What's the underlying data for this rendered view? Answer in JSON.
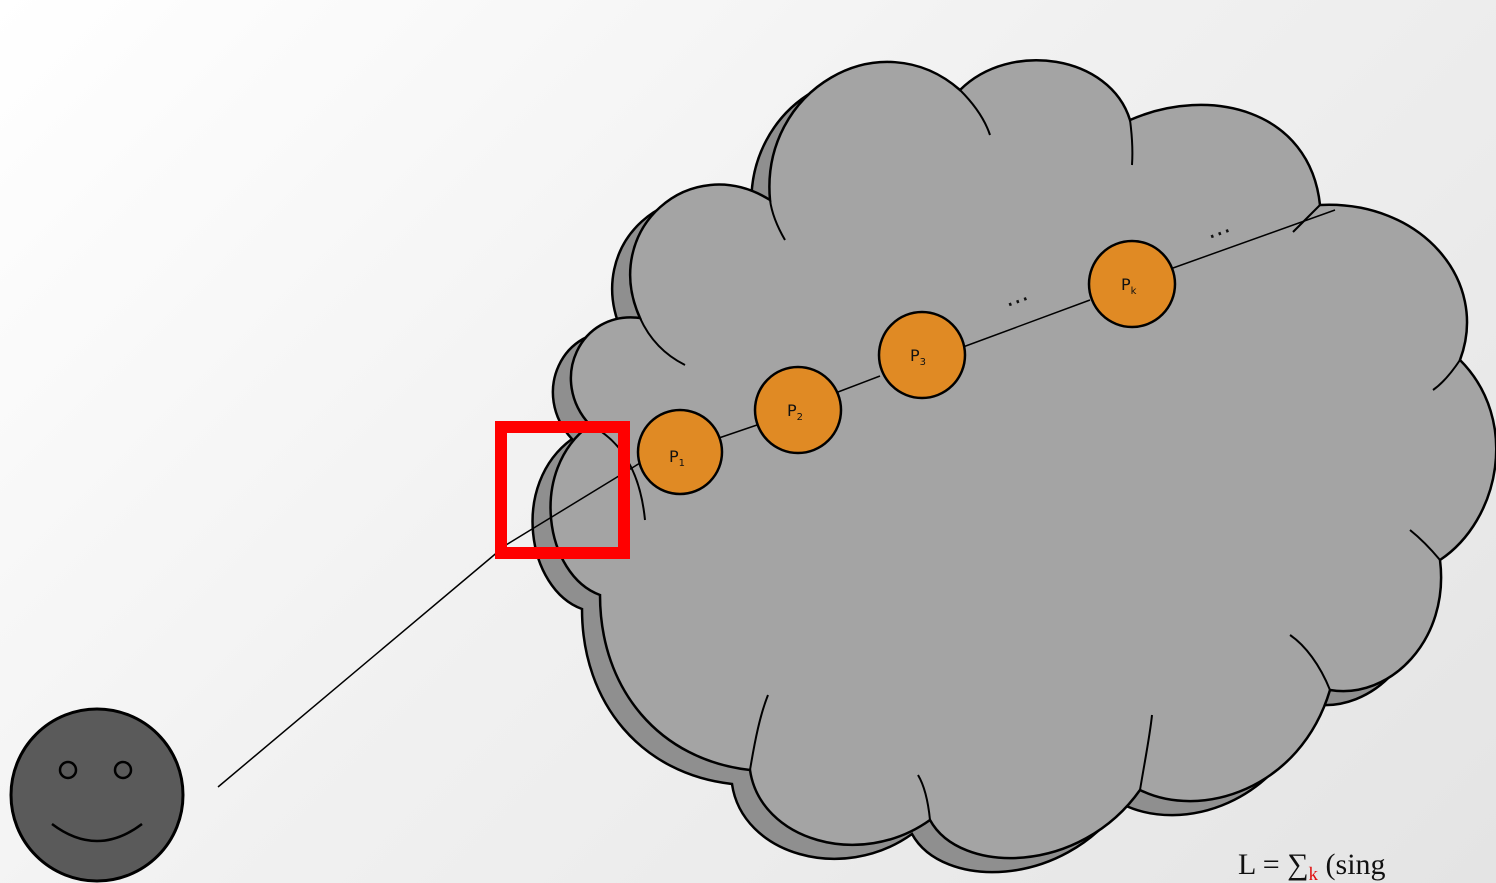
{
  "diagram": {
    "nodes": [
      {
        "letter": "P",
        "sub": "1"
      },
      {
        "letter": "P",
        "sub": "2"
      },
      {
        "letter": "P",
        "sub": "3"
      },
      {
        "letter": "P",
        "sub": "k"
      }
    ],
    "ellipsis_mid": "…",
    "ellipsis_end": "…",
    "formula": {
      "prefix": "L = ∑",
      "sub": "k",
      "suffix": " (sing"
    },
    "colors": {
      "cloud_fill": "#a4a4a4",
      "cloud_shadow_fill": "#8f8f8f",
      "node_fill": "#e08a24",
      "highlight_box": "#ff0000",
      "user_face": "#5a5a5a",
      "formula_sub": "#e01010"
    },
    "icons": [
      "user-smiley-icon",
      "cloud-shape",
      "highlight-box"
    ]
  }
}
